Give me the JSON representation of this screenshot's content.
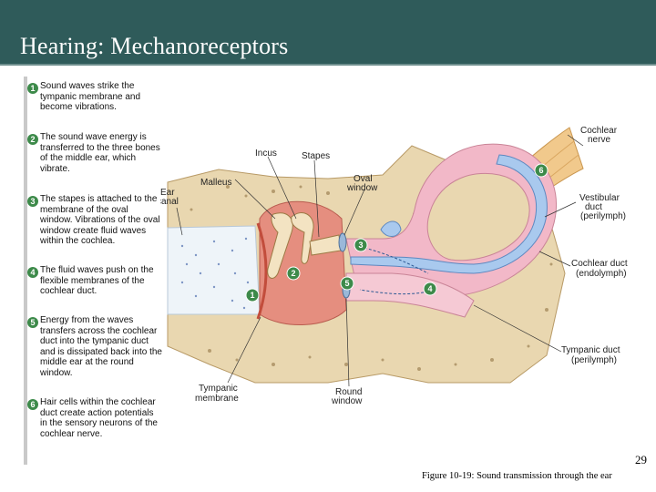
{
  "slide": {
    "title": "Hearing: Mechanoreceptors",
    "page_number": "29",
    "caption": "Figure 10-19: Sound transmission through the ear"
  },
  "steps": [
    {
      "number": "1",
      "text": "Sound waves strike the tympanic membrane and become vibrations."
    },
    {
      "number": "2",
      "text": "The sound wave energy is transferred to the three bones of the middle ear, which vibrate."
    },
    {
      "number": "3",
      "text": "The stapes is attached to the membrane of the oval window. Vibrations of the oval window create fluid waves within the cochlea."
    },
    {
      "number": "4",
      "text": "The fluid waves push on the flexible membranes of the cochlear duct."
    },
    {
      "number": "5",
      "text": "Energy from the waves transfers across the cochlear duct into the tympanic duct and is dissipated back into the middle ear at the round window."
    },
    {
      "number": "6",
      "text": "Hair cells within the cochlear duct create action potentials in the sensory neurons of the cochlear nerve."
    }
  ],
  "figure": {
    "labels": {
      "incus": "Incus",
      "stapes": "Stapes",
      "malleus": "Malleus",
      "ear_canal_1": "Ear",
      "ear_canal_2": "canal",
      "oval_window_1": "Oval",
      "oval_window_2": "window",
      "cochlear_nerve_1": "Cochlear",
      "cochlear_nerve_2": "nerve",
      "vestibular_duct_1": "Vestibular",
      "vestibular_duct_2": "duct",
      "vestibular_duct_3": "(perilymph)",
      "cochlear_duct_1": "Cochlear duct",
      "cochlear_duct_2": "(endolymph)",
      "tympanic_duct_1": "Tympanic duct",
      "tympanic_duct_2": "(perilymph)",
      "tympanic_membrane_1": "Tympanic",
      "tympanic_membrane_2": "membrane",
      "round_window_1": "Round",
      "round_window_2": "window"
    },
    "badges": [
      "1",
      "2",
      "3",
      "4",
      "5",
      "6"
    ]
  },
  "colors": {
    "title_bar": "#2f5b5a",
    "step_badge": "#3d8a4a",
    "bone": "#e9d7b0",
    "bone_dots": "#8a6b3a",
    "vestibular": "#f2b8c8",
    "cochlear_duct": "#a9c9ee",
    "middle_ear": "#e58e7f",
    "nerve": "#f1c98c"
  }
}
